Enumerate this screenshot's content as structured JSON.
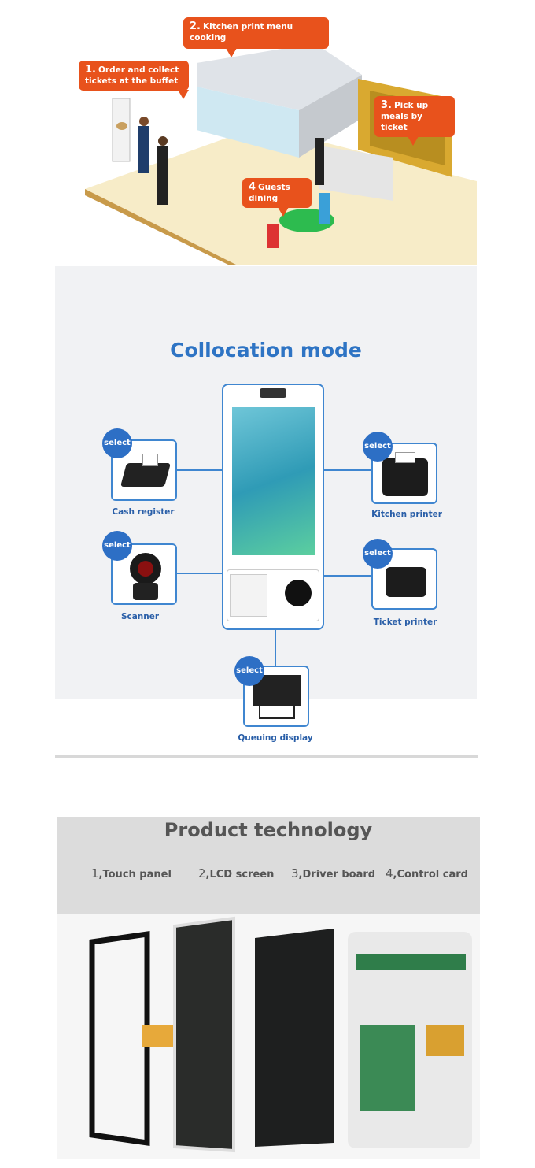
{
  "scenario": {
    "steps": [
      {
        "num": "1.",
        "text": "Order and collect tickets at the buffet"
      },
      {
        "num": "2.",
        "text": "Kitchen print menu cooking"
      },
      {
        "num": "3.",
        "text": "Pick up meals by ticket"
      },
      {
        "num": "4",
        "text": "Guests dining"
      }
    ]
  },
  "collocation": {
    "title": "Collocation mode",
    "select_label": "select",
    "options": [
      "Cash register",
      "Kitchen printer",
      "Scanner",
      "Ticket printer",
      "Queuing display"
    ],
    "accent": "#2e74c4"
  },
  "technology": {
    "title": "Product technology",
    "parts": [
      {
        "num": "1",
        "label": ",Touch panel"
      },
      {
        "num": "2",
        "label": ",LCD screen"
      },
      {
        "num": "3",
        "label": ",Driver board"
      },
      {
        "num": "4",
        "label": ",Control card"
      }
    ]
  }
}
